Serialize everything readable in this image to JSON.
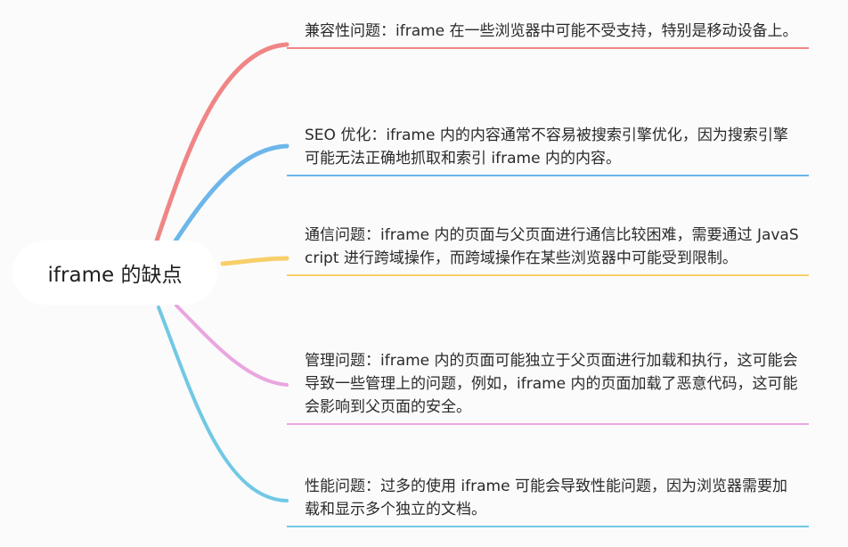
{
  "root": {
    "label": "iframe 的缺点"
  },
  "branches": [
    {
      "text": "兼容性问题：iframe 在一些浏览器中可能不受支持，特别是移动设备上。",
      "color": "#f08585"
    },
    {
      "text": "SEO 优化：iframe 内的内容通常不容易被搜索引擎优化，因为搜索引擎可能无法正确地抓取和索引 iframe 内的内容。",
      "color": "#6cb6ea"
    },
    {
      "text": "通信问题：iframe 内的页面与父页面进行通信比较困难，需要通过 JavaScript 进行跨域操作，而跨域操作在某些浏览器中可能受到限制。",
      "color": "#f7cf6a"
    },
    {
      "text": "管理问题：iframe 内的页面可能独立于父页面进行加载和执行，这可能会导致一些管理上的问题，例如，iframe 内的页面加载了恶意代码，这可能会影响到父页面的安全。",
      "color": "#e9a6e0"
    },
    {
      "text": "性能问题：过多的使用 iframe 可能会导致性能问题，因为浏览器需要加载和显示多个独立的文档。",
      "color": "#71c8e4"
    }
  ]
}
